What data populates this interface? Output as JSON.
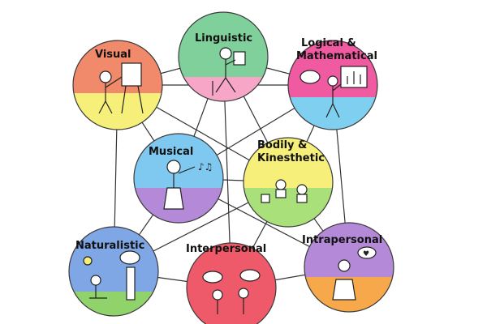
{
  "diagram": {
    "nodes": [
      {
        "id": "visual",
        "label": "Visual",
        "top": "#f08a6a",
        "bottom": "#f6ef7a"
      },
      {
        "id": "linguistic",
        "label": "Linguistic",
        "top": "#7fd09a",
        "bottom": "#f7a6c8"
      },
      {
        "id": "logical",
        "label": "Logical & Mathematical",
        "line1": "Logical &",
        "line2": "Mathematical",
        "top": "#ef5aa0",
        "bottom": "#7fd0f0"
      },
      {
        "id": "musical",
        "label": "Musical",
        "top": "#7fc9f0",
        "bottom": "#b48ad8"
      },
      {
        "id": "bodily",
        "label": "Bodily & Kinesthetic",
        "line1": "Bodily &",
        "line2": "Kinesthetic",
        "top": "#f6ef7a",
        "bottom": "#a9e07a"
      },
      {
        "id": "naturalistic",
        "label": "Naturalistic",
        "top": "#7fa7e6",
        "bottom": "#8fd36a"
      },
      {
        "id": "interpersonal",
        "label": "Interpersonal",
        "top": "#ef5a6a",
        "bottom": "#ef5a6a"
      },
      {
        "id": "intrapersonal",
        "label": "Intrapersonal",
        "top": "#b48ad8",
        "bottom": "#f7a84a"
      }
    ],
    "colors": {
      "line": "#333333",
      "stroke": "#3a3a3a"
    }
  }
}
